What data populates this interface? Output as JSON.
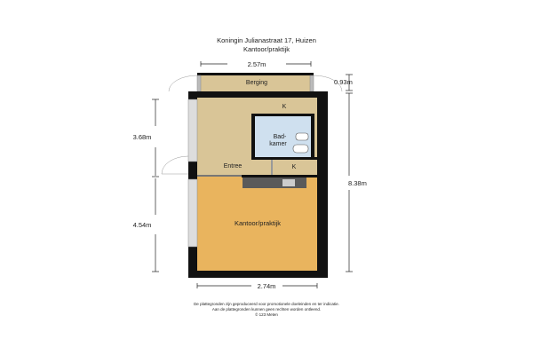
{
  "title": {
    "line1": "Koningin Julianastraat 17, Huizen",
    "line2": "Kantoor/praktijk"
  },
  "rooms": {
    "berging": "Berging",
    "k_top": "K",
    "badkamer_line1": "Bad-",
    "badkamer_line2": "kamer",
    "entree": "Entree",
    "k_bottom": "K",
    "kantoor": "Kantoor/praktijk"
  },
  "dimensions": {
    "top_width": "2.57m",
    "berging_depth": "0.93m",
    "upper_height": "3.68m",
    "lower_height": "4.54m",
    "total_height": "8.38m",
    "bottom_width": "2.74m"
  },
  "disclaimer": {
    "line1": "De plattegronden zijn geproduceerd voor promotionele doeleinden en ter indicatie.",
    "line2": "Aan de plattegronden kunnen geen rechten worden ontleend.",
    "line3": "© 123 Meten"
  },
  "colors": {
    "wall": "#111111",
    "floor": "#d9c597",
    "office_floor": "#e9b45e",
    "bath": "#cfe0ef",
    "counter": "#5a5a5a"
  }
}
